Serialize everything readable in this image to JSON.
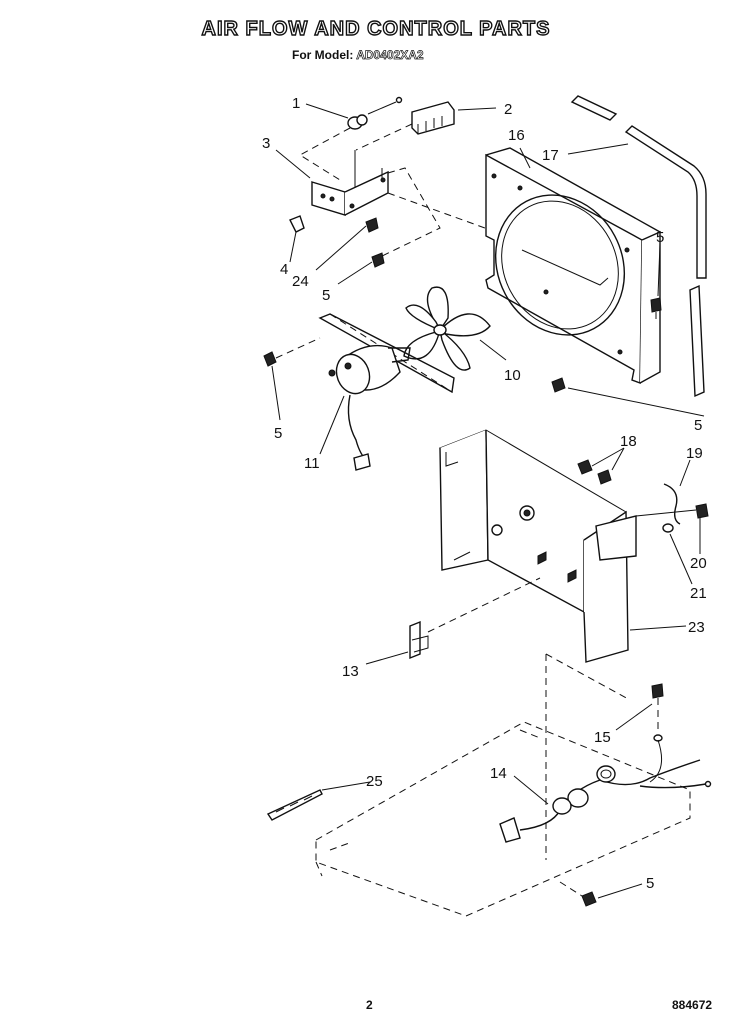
{
  "header": {
    "title": "AIR FLOW AND CONTROL PARTS",
    "model_prefix": "For Model:",
    "model_value": "AD0402XA2"
  },
  "footer": {
    "page_number": "2",
    "doc_code": "884672"
  },
  "callouts": [
    "1",
    "2",
    "3",
    "16",
    "17",
    "5",
    "4",
    "24",
    "5",
    "10",
    "5",
    "11",
    "5",
    "18",
    "19",
    "20",
    "21",
    "23",
    "13",
    "15",
    "14",
    "25",
    "5"
  ]
}
